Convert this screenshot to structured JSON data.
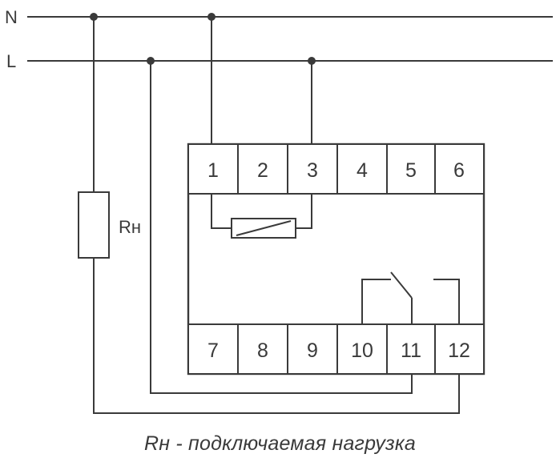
{
  "lines": {
    "neutral": "N",
    "phase": "L"
  },
  "load_label": "Rн",
  "terminals_top": [
    "1",
    "2",
    "3",
    "4",
    "5",
    "6"
  ],
  "terminals_bottom": [
    "7",
    "8",
    "9",
    "10",
    "11",
    "12"
  ],
  "caption": "Rн - подключаемая нагрузка",
  "colors": {
    "line": "#3a3a3a",
    "background": "#ffffff"
  }
}
